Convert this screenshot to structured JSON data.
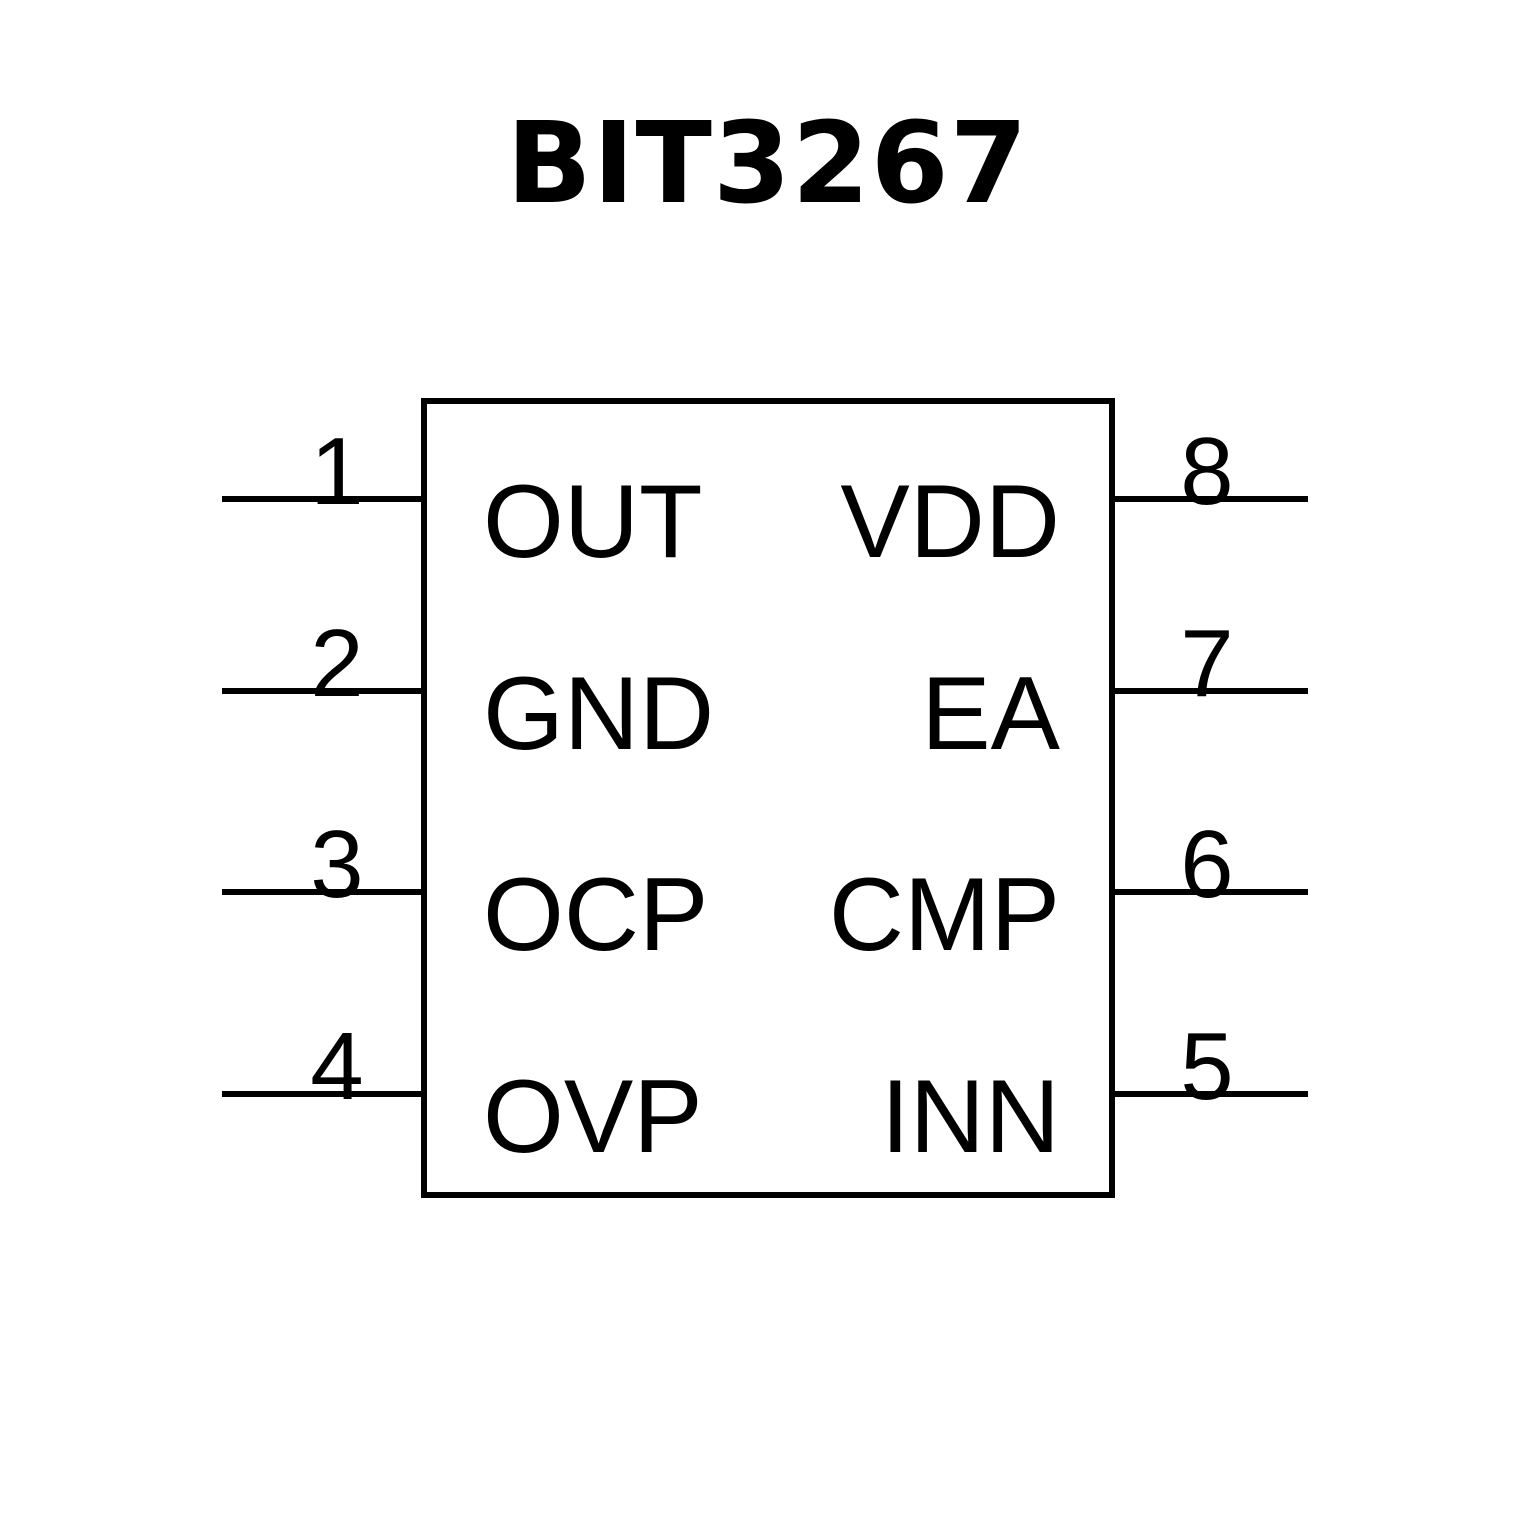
{
  "title": "BIT3267",
  "colors": {
    "background": "#ffffff",
    "line": "#000000",
    "text": "#000000"
  },
  "package": {
    "pin_count": 8,
    "body_label": "ic-body"
  },
  "pins": {
    "left": [
      {
        "number": "1",
        "name": "OUT"
      },
      {
        "number": "2",
        "name": "GND"
      },
      {
        "number": "3",
        "name": "OCP"
      },
      {
        "number": "4",
        "name": "OVP"
      }
    ],
    "right": [
      {
        "number": "8",
        "name": "VDD"
      },
      {
        "number": "7",
        "name": "EA"
      },
      {
        "number": "6",
        "name": "CMP"
      },
      {
        "number": "5",
        "name": "INN"
      }
    ]
  }
}
